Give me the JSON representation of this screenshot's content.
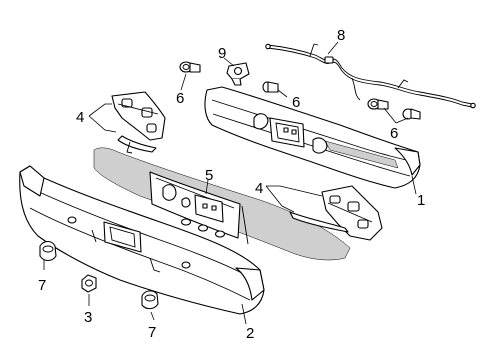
{
  "callouts": [
    {
      "id": "c1",
      "text": "1"
    },
    {
      "id": "c2",
      "text": "2"
    },
    {
      "id": "c3",
      "text": "3"
    },
    {
      "id": "c4a",
      "text": "4"
    },
    {
      "id": "c4b",
      "text": "4"
    },
    {
      "id": "c5",
      "text": "5"
    },
    {
      "id": "c6a",
      "text": "6"
    },
    {
      "id": "c6b",
      "text": "6"
    },
    {
      "id": "c6c",
      "text": "6"
    },
    {
      "id": "c7a",
      "text": "7"
    },
    {
      "id": "c7b",
      "text": "7"
    },
    {
      "id": "c8",
      "text": "8"
    },
    {
      "id": "c9",
      "text": "9"
    }
  ]
}
